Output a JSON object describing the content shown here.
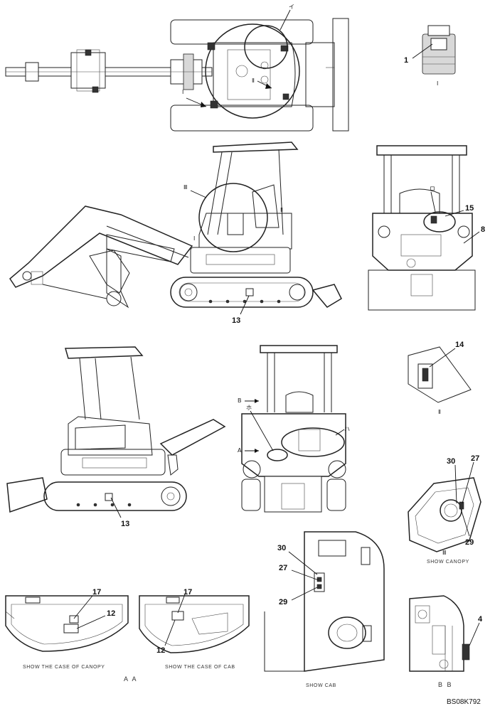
{
  "drawing_code": "BS08K792",
  "captions": {
    "canopy_case_left": "SHOW THE CASE OF CANOPY",
    "cab_case_right": "SHOW THE CASE OF CAB",
    "aa_view": "A A",
    "show_cab": "SHOW CAB",
    "bb_view": "B B",
    "show_canopy": "SHOW CANOPY"
  },
  "view_marks": {
    "detail_i": "Ⅰ",
    "detail_ii": "Ⅱ",
    "detail_iii": "Ⅲ",
    "arrow_a": "A",
    "arrow_b": "B",
    "ho": "ホ",
    "ha": "ハ",
    "i_kana": "イ",
    "ro": "ロ"
  },
  "callouts": {
    "c1": "1",
    "c4": "4",
    "c8": "8",
    "c12a": "12",
    "c12b": "12",
    "c13a": "13",
    "c13b": "13",
    "c14": "14",
    "c15": "15",
    "c17a": "17",
    "c17b": "17",
    "c27a": "27",
    "c27b": "27",
    "c29a": "29",
    "c29b": "29",
    "c30a": "30",
    "c30b": "30"
  }
}
